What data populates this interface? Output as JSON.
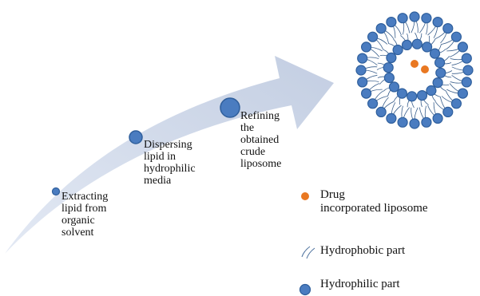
{
  "steps": [
    {
      "label": "Extracting\nlipid from\norganic\nsolvent"
    },
    {
      "label": "Dispersing\nlipid in\nhydrophilic\nmedia"
    },
    {
      "label": "Refining\nthe\nobtained\ncrude\nliposome"
    }
  ],
  "legend": {
    "drug": "Drug\nincorporated  liposome",
    "hydrophobic": "Hydrophobic part",
    "hydrophilic": "Hydrophilic part"
  },
  "colors": {
    "arrow": "#c9d3e6",
    "head": "#3a6fb0",
    "node_fill": "#4a7cc0",
    "node_stroke": "#2f5f9c",
    "tail": "#3a5f8c",
    "drug": "#e97822"
  },
  "icons": {
    "drug": "orange-dot-icon",
    "hydrophobic": "lipid-tail-icon",
    "hydrophilic": "blue-head-icon"
  }
}
